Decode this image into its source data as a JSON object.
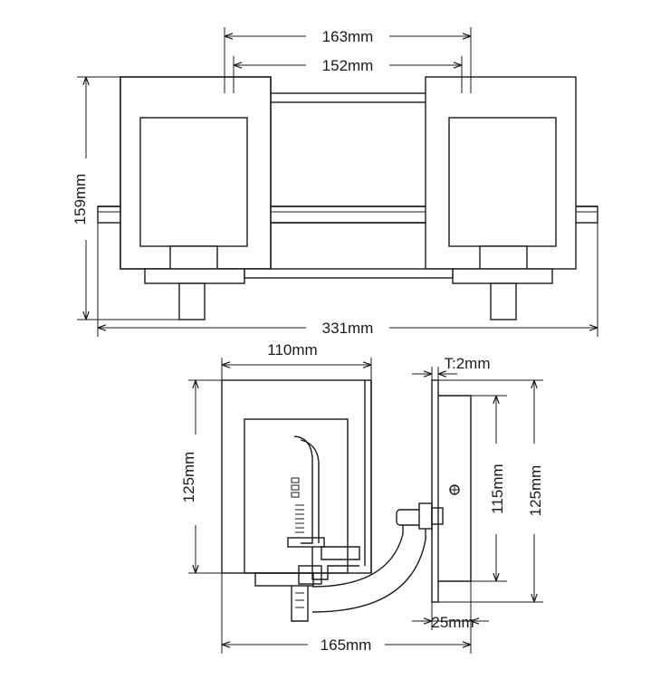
{
  "front_view": {
    "dim_outer_spacing": "163mm",
    "dim_inner_spacing": "152mm",
    "dim_height": "159mm",
    "dim_total_width": "331mm"
  },
  "side_view": {
    "dim_shade_width": "110mm",
    "dim_shade_height": "125mm",
    "dim_plate_thickness": "T:2mm",
    "dim_plate_inner_height": "115mm",
    "dim_plate_height": "125mm",
    "dim_projection": "165mm",
    "dim_plate_depth": "25mm"
  },
  "colors": {
    "line": "#1a1a1a",
    "background": "#ffffff"
  }
}
